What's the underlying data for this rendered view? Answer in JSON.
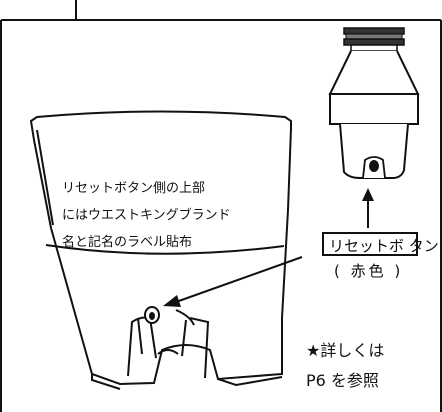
{
  "description_lines": [
    "リセットボタン側の上部",
    "にはウエストキングブランド",
    "名と記名のラベル貼布"
  ],
  "reset_button_label": "リセットボ タン",
  "color_note": "( 赤色 )",
  "reference_note": {
    "line1": "★詳しくは",
    "line2": "P6 を参照"
  },
  "colors": {
    "line": "#111111",
    "background": "#ffffff",
    "band": "#ffffff"
  }
}
